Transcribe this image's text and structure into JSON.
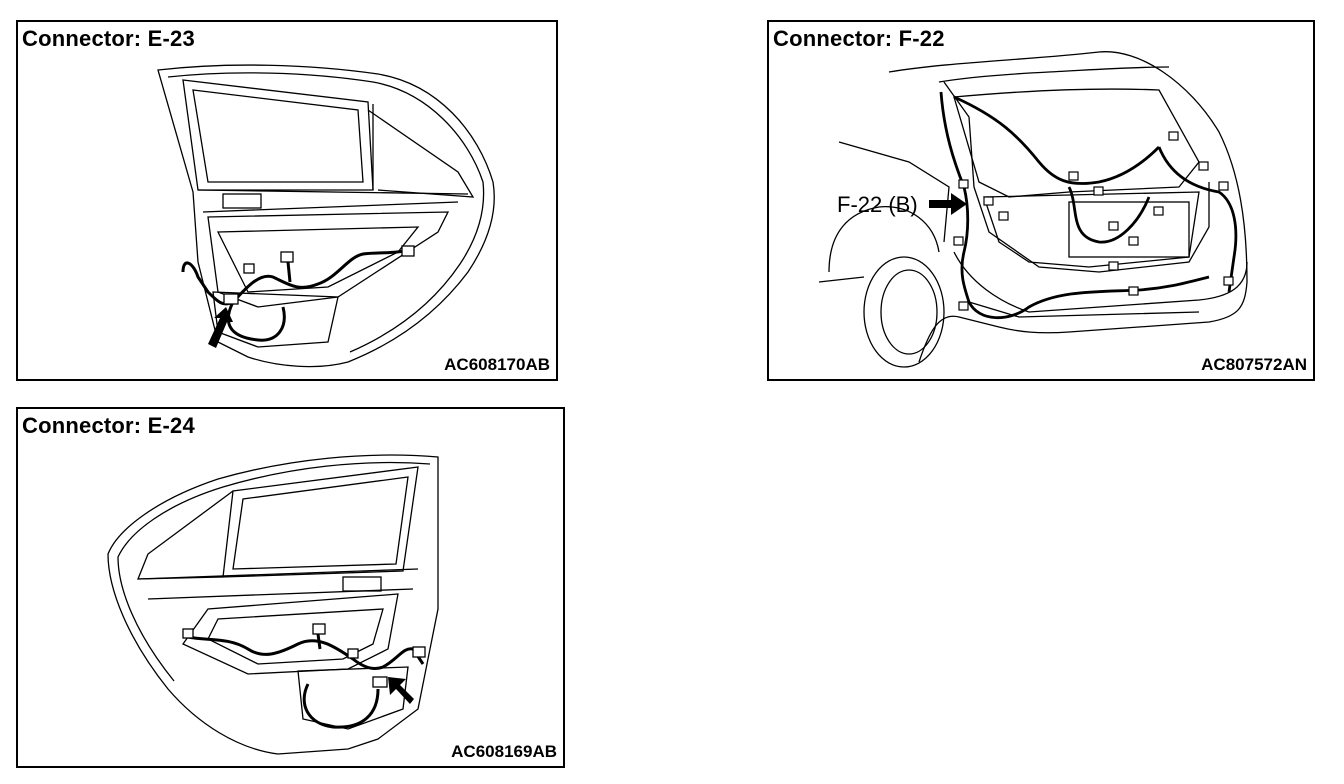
{
  "panels": [
    {
      "id": "e23",
      "title": "Connector: E-23",
      "code": "AC608170AB"
    },
    {
      "id": "f22",
      "title": "Connector: F-22",
      "code": "AC807572AN",
      "callout": "F-22 (B)"
    },
    {
      "id": "e24",
      "title": "Connector: E-24",
      "code": "AC608169AB"
    }
  ]
}
